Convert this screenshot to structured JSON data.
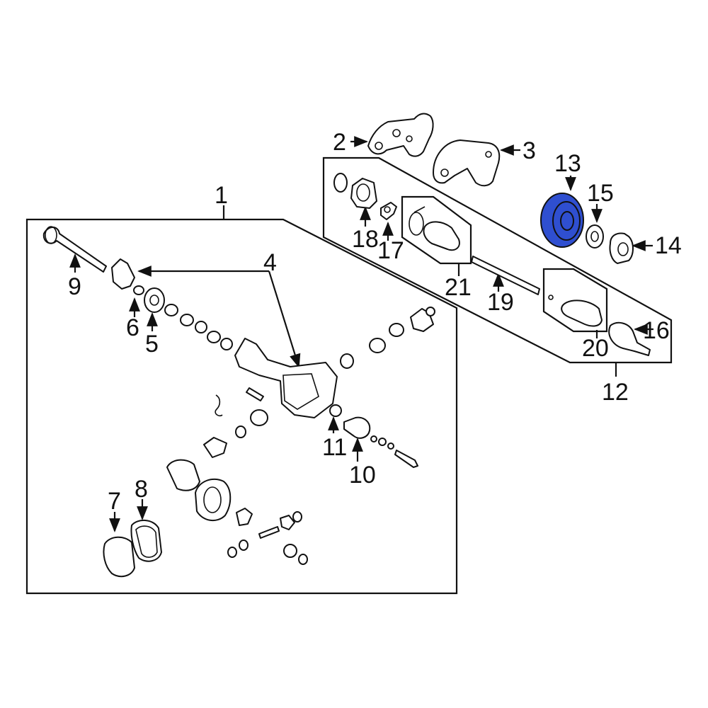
{
  "diagram": {
    "highlight_color": "#2f4fd0",
    "highlighted_part": "13",
    "callouts": {
      "c1": "1",
      "c2": "2",
      "c3": "3",
      "c4": "4",
      "c5": "5",
      "c6": "6",
      "c7": "7",
      "c8": "8",
      "c9": "9",
      "c10": "10",
      "c11": "11",
      "c12": "12",
      "c13": "13",
      "c14": "14",
      "c15": "15",
      "c16": "16",
      "c17": "17",
      "c18": "18",
      "c19": "19",
      "c20": "20",
      "c21": "21"
    }
  }
}
